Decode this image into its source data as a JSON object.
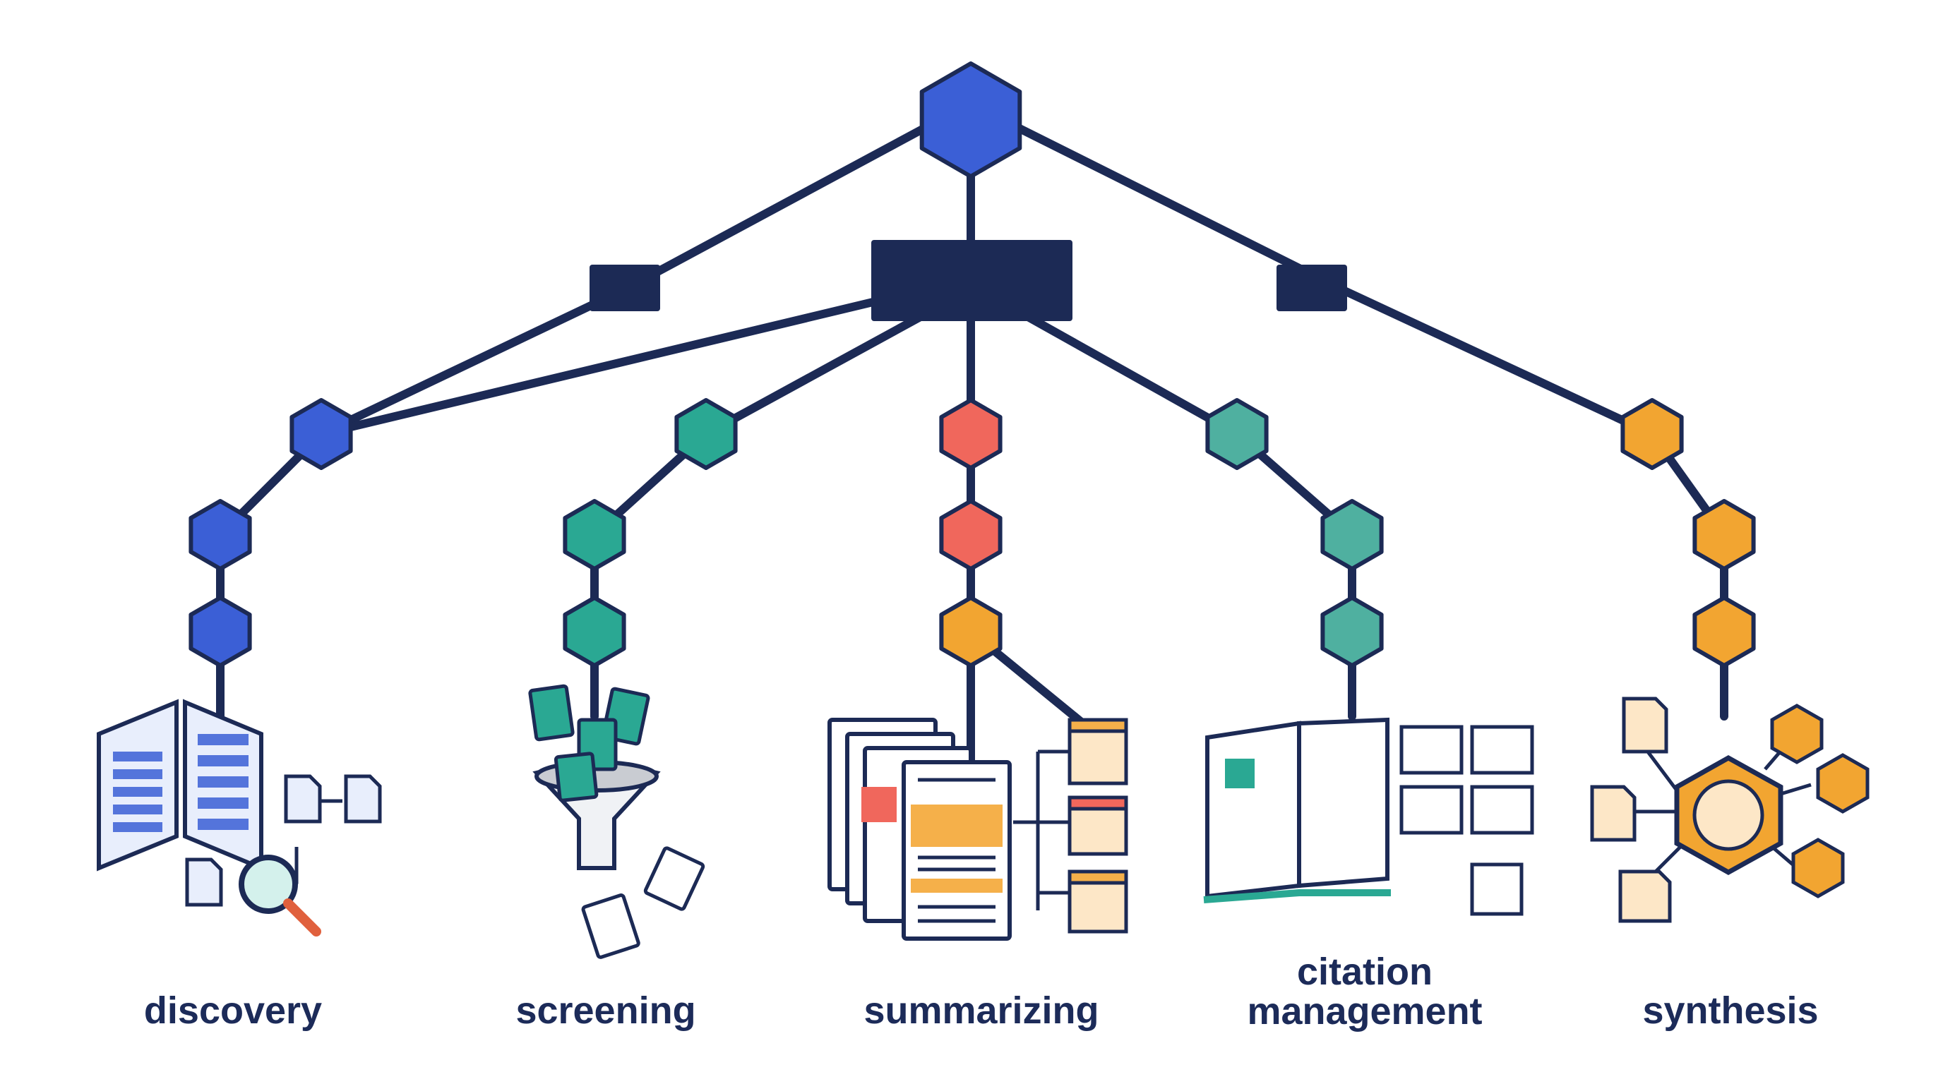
{
  "colors": {
    "line": "#1c2a55",
    "blue": "#3b5fd6",
    "teal": "#2aa893",
    "coral": "#f0675c",
    "gold": "#f2a531",
    "sage": "#4fb0a0",
    "paper": "#ffffff",
    "highlight": "#f5b04a"
  },
  "branches": [
    {
      "id": "discovery",
      "label": "discovery",
      "color": "blue"
    },
    {
      "id": "screening",
      "label": "screening",
      "color": "teal"
    },
    {
      "id": "summarizing",
      "label": "summarizing",
      "color": "coral"
    },
    {
      "id": "citation",
      "label": "citation\nmanagement",
      "color": "sage"
    },
    {
      "id": "synthesis",
      "label": "synthesis",
      "color": "gold"
    }
  ],
  "icons": [
    "root-hexagon-icon",
    "hub-box-icon",
    "document-table-icon",
    "magnifier-icon",
    "funnel-icon",
    "stacked-papers-icon",
    "sticky-note-icon",
    "open-book-icon",
    "network-hexagon-icon"
  ]
}
